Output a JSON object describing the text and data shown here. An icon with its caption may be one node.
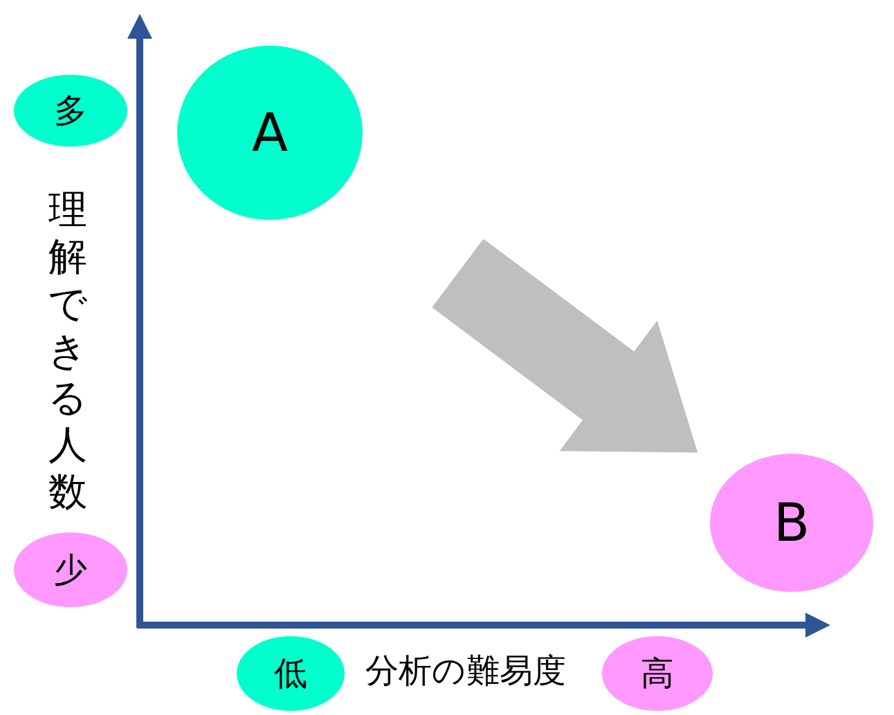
{
  "diagram": {
    "nodes": [
      {
        "text": [
          "多"
        ]
      },
      {
        "text": [
          "A"
        ]
      },
      {
        "text": [
          "B"
        ]
      },
      {
        "text": [
          "少"
        ]
      },
      {
        "text": [
          "低"
        ]
      },
      {
        "text": [
          "高"
        ]
      }
    ],
    "edges": [
      {
        "from": 1,
        "to": 2,
        "arrow": "to",
        "style": "thick"
      }
    ],
    "labels": [
      "理解できる人数",
      "分析の難易度"
    ]
  }
}
